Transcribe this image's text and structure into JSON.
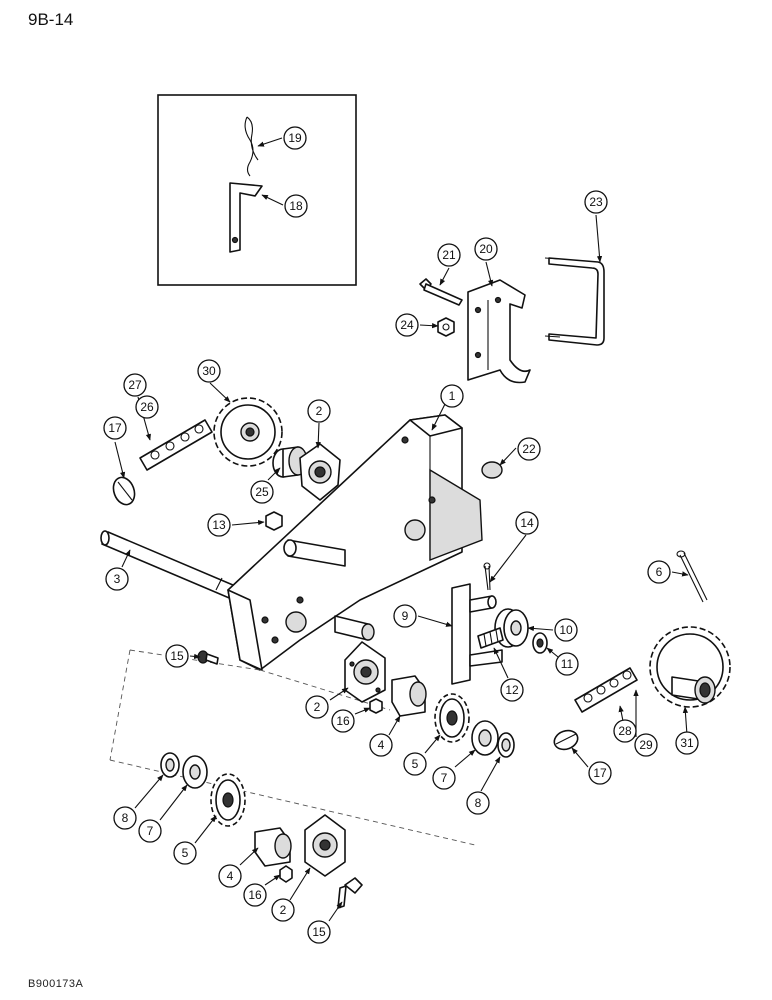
{
  "page_number": "9B-14",
  "figure_code": "B900173A",
  "callouts": [
    {
      "id": "c19",
      "label": "19"
    },
    {
      "id": "c18",
      "label": "18"
    },
    {
      "id": "c23",
      "label": "23"
    },
    {
      "id": "c21",
      "label": "21"
    },
    {
      "id": "c20",
      "label": "20"
    },
    {
      "id": "c24",
      "label": "24"
    },
    {
      "id": "c1",
      "label": "1"
    },
    {
      "id": "c27",
      "label": "27"
    },
    {
      "id": "c30",
      "label": "30"
    },
    {
      "id": "c26",
      "label": "26"
    },
    {
      "id": "c2a",
      "label": "2"
    },
    {
      "id": "c22",
      "label": "22"
    },
    {
      "id": "c17a",
      "label": "17"
    },
    {
      "id": "c25",
      "label": "25"
    },
    {
      "id": "c13",
      "label": "13"
    },
    {
      "id": "c14",
      "label": "14"
    },
    {
      "id": "c3",
      "label": "3"
    },
    {
      "id": "c6",
      "label": "6"
    },
    {
      "id": "c9",
      "label": "9"
    },
    {
      "id": "c10",
      "label": "10"
    },
    {
      "id": "c15a",
      "label": "15"
    },
    {
      "id": "c11",
      "label": "11"
    },
    {
      "id": "c12",
      "label": "12"
    },
    {
      "id": "c2b",
      "label": "2"
    },
    {
      "id": "c16a",
      "label": "16"
    },
    {
      "id": "c4a",
      "label": "4"
    },
    {
      "id": "c28",
      "label": "28"
    },
    {
      "id": "c29",
      "label": "29"
    },
    {
      "id": "c31",
      "label": "31"
    },
    {
      "id": "c5a",
      "label": "5"
    },
    {
      "id": "c17b",
      "label": "17"
    },
    {
      "id": "c7a",
      "label": "7"
    },
    {
      "id": "c8a",
      "label": "8"
    },
    {
      "id": "c8b",
      "label": "8"
    },
    {
      "id": "c7b",
      "label": "7"
    },
    {
      "id": "c5b",
      "label": "5"
    },
    {
      "id": "c4b",
      "label": "4"
    },
    {
      "id": "c16b",
      "label": "16"
    },
    {
      "id": "c2c",
      "label": "2"
    },
    {
      "id": "c15b",
      "label": "15"
    }
  ]
}
